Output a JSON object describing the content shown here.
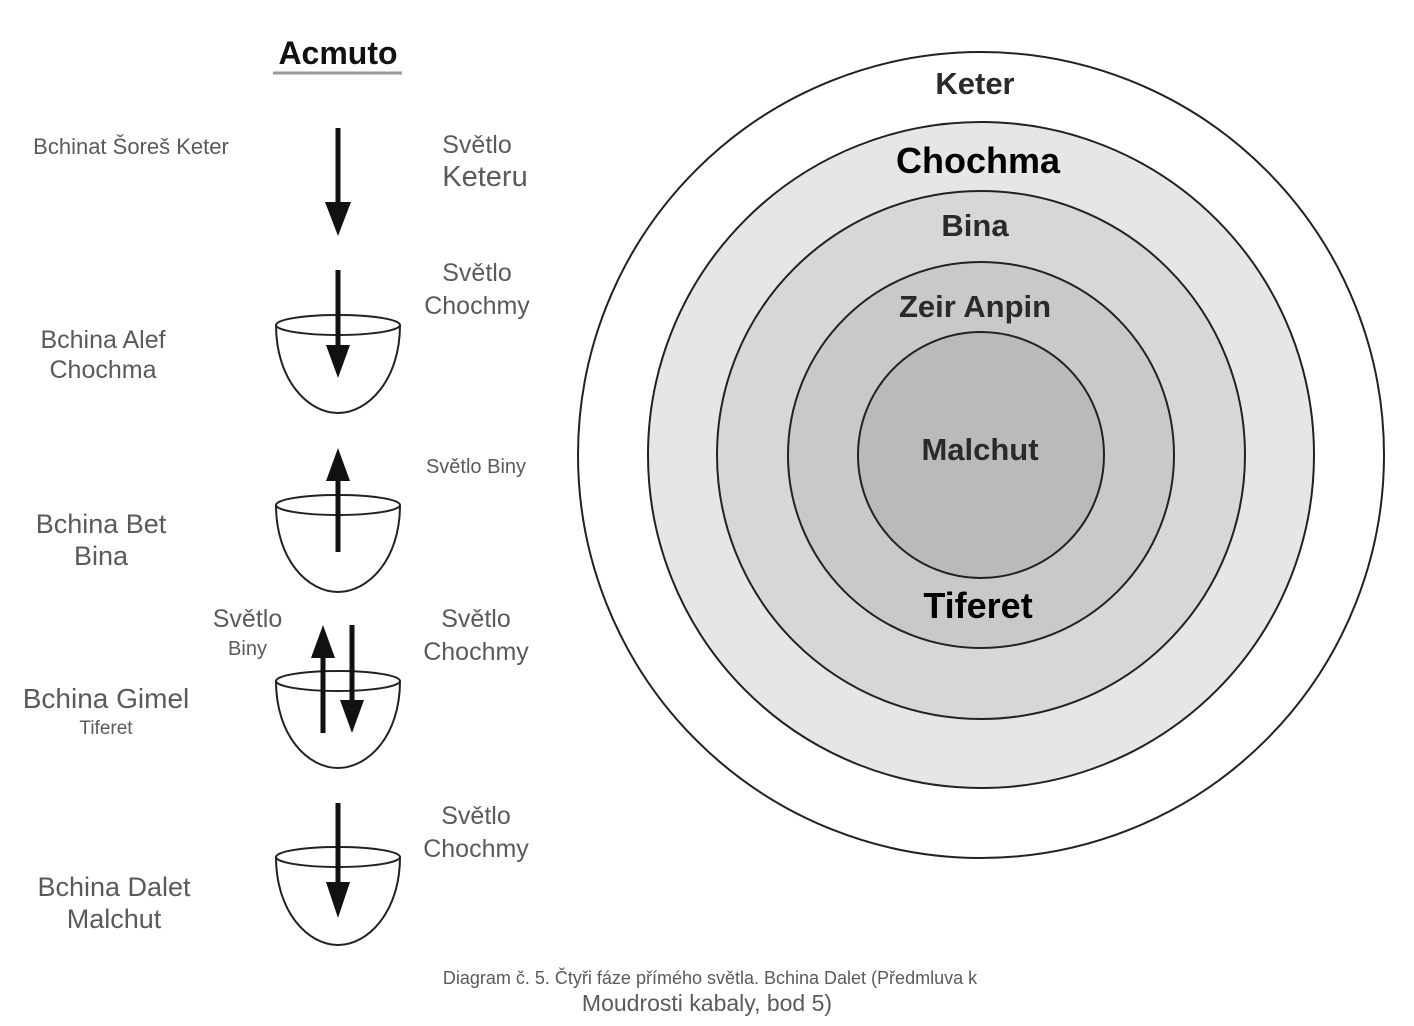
{
  "title": "Acmuto",
  "left_labels": {
    "shoresh": "Bchinat Šoreš Keter",
    "alef": [
      "Bchina Alef",
      "Chochma"
    ],
    "bet": [
      "Bchina Bet",
      "Bina"
    ],
    "gimel": [
      "Bchina Gimel",
      "Tiferet"
    ],
    "dalet": [
      "Bchina Dalet",
      "Malchut"
    ]
  },
  "light_labels": {
    "keter": [
      "Světlo",
      "Keteru"
    ],
    "alef": [
      "Světlo",
      "Chochmy"
    ],
    "bet": "Světlo Biny",
    "gimel_left": [
      "Světlo",
      "Biny"
    ],
    "gimel_right": [
      "Světlo",
      "Chochmy"
    ],
    "dalet": [
      "Světlo",
      "Chochmy"
    ]
  },
  "circles": [
    "Keter",
    "Chochma",
    "Bina",
    "Zeir Anpin",
    "Malchut",
    "Tiferet"
  ],
  "colors": {
    "ring1": "#ffffff",
    "ring2": "#e6e6e6",
    "ring3": "#d7d7d7",
    "ring4": "#c9c9c9",
    "ring5": "#bababa"
  },
  "caption": [
    "Diagram č. 5. Čtyři fáze přímého světla. Bchina Dalet (Předmluva k",
    "Moudrosti kabaly, bod 5)"
  ]
}
